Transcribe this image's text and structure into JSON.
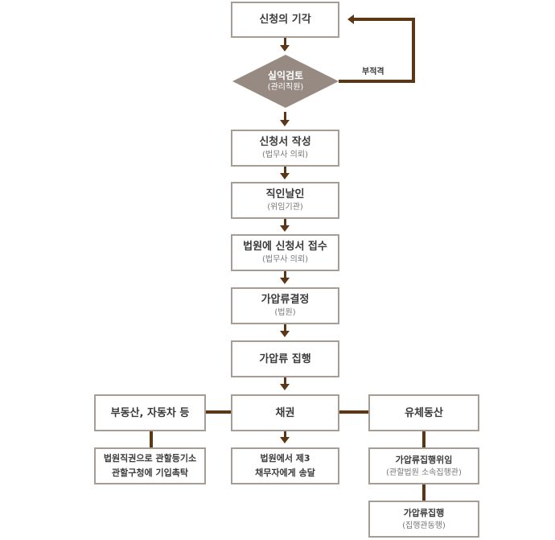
{
  "nodes": {
    "n1": {
      "label": "신청의 기각"
    },
    "review": {
      "label": "실익검토",
      "sub": "(관리직원)"
    },
    "n2": {
      "label": "신청서 작성",
      "sub": "(법무사 의뢰)"
    },
    "n3": {
      "label": "직인날인",
      "sub": "(위임기관)"
    },
    "n4": {
      "label": "법원에 신청서 접수",
      "sub": "(법무사 의뢰)"
    },
    "n5": {
      "label": "가압류결정",
      "sub": "(법원)"
    },
    "n6": {
      "label": "가압류 집행"
    },
    "left": {
      "label": "부동산, 자동차 등"
    },
    "center": {
      "label": "채권"
    },
    "right": {
      "label": "유체동산"
    },
    "left_detail": {
      "line1": "법원직권으로 관할등기소",
      "line2": "관할구청에 기입촉탁"
    },
    "center_detail": {
      "line1": "법원에서 제3",
      "line2": "채무자에게 송달"
    },
    "right_detail": {
      "label": "가압류집행위임",
      "sub": "(관할법원 소속집행관)"
    },
    "right_final": {
      "label": "가압류집행",
      "sub": "(집행관동행)"
    }
  },
  "loop_label": "부적격",
  "colors": {
    "diamond": "#978a83",
    "arrow": "#5b3716",
    "border": "#a89d94"
  }
}
